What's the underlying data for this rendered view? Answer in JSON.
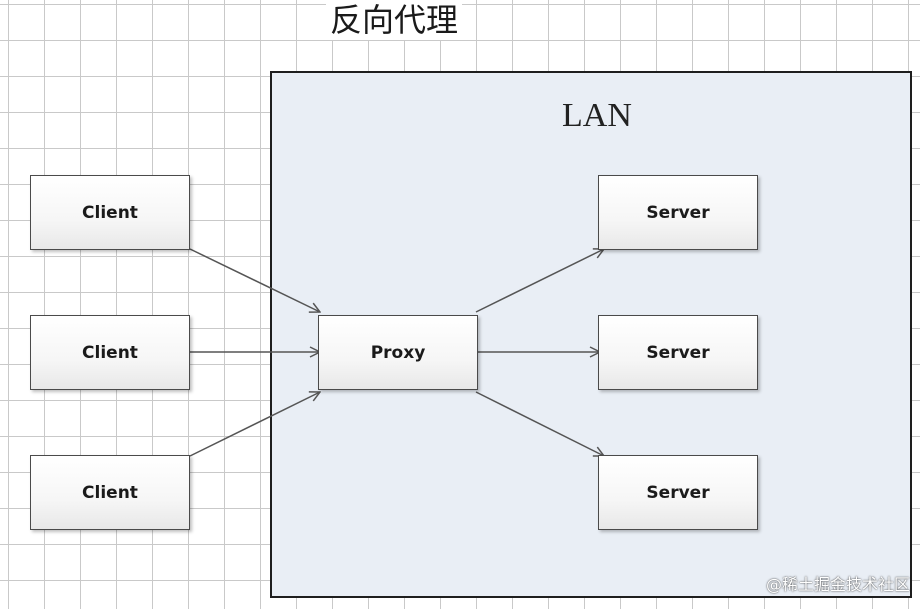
{
  "title": "反向代理",
  "lan": {
    "label": "LAN"
  },
  "clients": [
    {
      "label": "Client"
    },
    {
      "label": "Client"
    },
    {
      "label": "Client"
    }
  ],
  "proxy": {
    "label": "Proxy"
  },
  "servers": [
    {
      "label": "Server"
    },
    {
      "label": "Server"
    },
    {
      "label": "Server"
    }
  ],
  "watermark": "@稀土掘金技术社区",
  "colors": {
    "lan_fill": "#e9eef5",
    "arrow": "#555555",
    "grid": "#c9c9c9"
  }
}
